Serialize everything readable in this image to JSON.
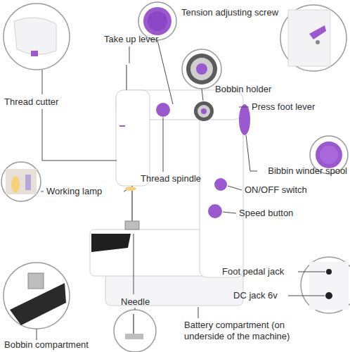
{
  "diagram": {
    "labels": [
      "Tension adjusting screw",
      "Take up lever",
      "Thread cutter",
      "Bobbin holder",
      "Press foot lever",
      "Thread spindle",
      "Bibbin winder spool",
      "Working lamp",
      "ON/OFF switch",
      "Speed button",
      "Foot pedal jack",
      "DC jack 6v",
      "Needle",
      "Battery compartment (on underside of the machine)",
      "Bobbin compartment"
    ]
  }
}
